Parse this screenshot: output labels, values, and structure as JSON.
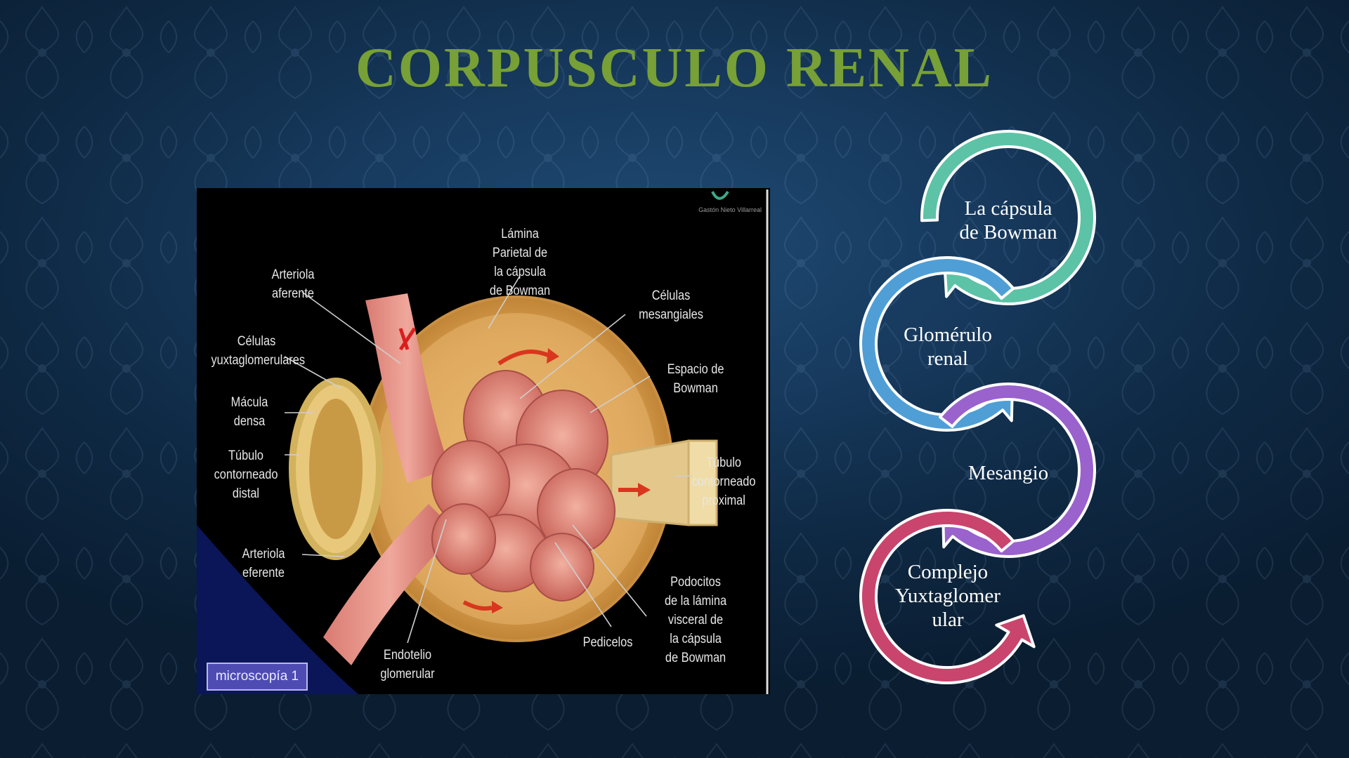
{
  "slide": {
    "title": "CORPUSCULO RENAL"
  },
  "diagram": {
    "labels": {
      "arteriola_aferente": "Arteriola\naferente",
      "lamina_parietal": "Lámina\nParietal de\nla cápsula\nde Bowman",
      "celulas_mesangiales": "Células\nmesangiales",
      "celulas_yuxtaglomerulares": "Células\nyuxtaglomerulares",
      "espacio_bowman": "Espacio de\nBowman",
      "macula_densa": "Mácula\ndensa",
      "tubulo_distal": "Túbulo\ncontorneado\ndistal",
      "tubulo_proximal": "Túbulo\ncontorneado\nproximal",
      "arteriola_eferente": "Arteriola\neferente",
      "podocitos": "Podocitos\nde la lámina\nvisceral de\nla cápsula\nde Bowman",
      "pedicelos": "Pedicelos",
      "endotelio": "Endotelio\nglomerular"
    },
    "badge": "microscopía 1",
    "credit": "Gastón Nieto Villarreal"
  },
  "cycle": {
    "steps": [
      {
        "label": "La cápsula\nde Bowman",
        "color": "#5cc3a6"
      },
      {
        "label": "Glomérulo\nrenal",
        "color": "#4f9fd6"
      },
      {
        "label": "Mesangio",
        "color": "#9a62cc"
      },
      {
        "label": "Complejo\nYuxtaglomer\nular",
        "color": "#c9456d"
      }
    ]
  },
  "theme": {
    "title_color": "#77a037",
    "background": "#173a5e"
  }
}
